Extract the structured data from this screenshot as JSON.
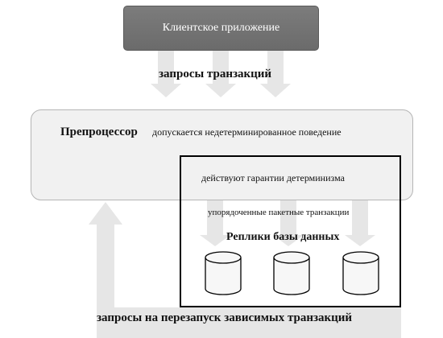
{
  "client_box": {
    "label": "Клиентское приложение"
  },
  "labels": {
    "transaction_requests": "запросы транзакций",
    "preprocessor": "Препроцессор",
    "nondeterministic": "допускается недетерминированное поведение",
    "determinism_guarantees": "действуют гарантии детерминизма",
    "ordered_batches": "упорядоченные пакетные транзакции",
    "replicas": "Реплики базы данных",
    "restart_requests": "запросы на перезапуск зависимых транзакций"
  },
  "colors": {
    "client_fill": "#6f6f6f",
    "client_text": "#ffffff",
    "preprocessor_fill": "#f1f1f1",
    "arrow_fill": "#e6e6e6",
    "cylinder_fill": "#f7f7f7",
    "stroke": "#000000"
  },
  "icons": {
    "arrow": "block-arrow-icon",
    "database": "database-cylinder-icon"
  }
}
